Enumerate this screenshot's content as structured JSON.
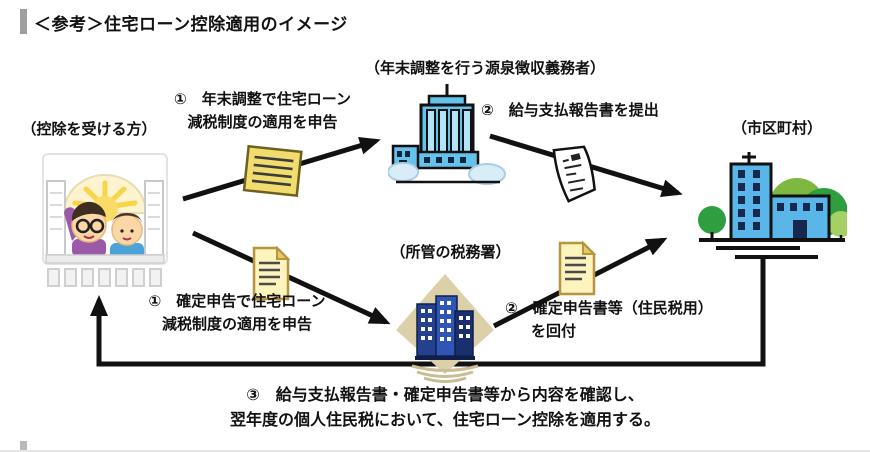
{
  "header": {
    "title": "＜参考＞住宅ローン控除適用のイメージ"
  },
  "nodes": {
    "taxpayer": {
      "label": "（控除を受ける方）",
      "icon": "family-window-icon"
    },
    "employer": {
      "label": "（年末調整を行う源泉徴収義務者）",
      "icon": "office-building-icon"
    },
    "tax_office": {
      "label": "（所管の税務署）",
      "icon": "tax-office-icon"
    },
    "municipality": {
      "label": "（市区町村）",
      "icon": "city-hall-trees-icon"
    }
  },
  "flows": {
    "yearend_declare": {
      "step": "①",
      "label": "①　年末調整で住宅ローン\n減税制度の適用を申告",
      "attachment_icon": "yellow-note-icon"
    },
    "submit_payroll_report": {
      "step": "②",
      "label": "②　給与支払報告書を提出",
      "attachment_icon": "payroll-paper-icon"
    },
    "final_return_declare": {
      "step": "①",
      "label": "①　確定申告で住宅ローン\n減税制度の適用を申告",
      "attachment_icon": "yellow-document-icon"
    },
    "send_return_copy": {
      "step": "②",
      "label": "②　確定申告書等（住民税用）\nを回付",
      "attachment_icon": "yellow-document-icon"
    },
    "apply_deduction": {
      "step": "③",
      "label": "③　給与支払報告書・確定申告書等から内容を確認し、\n翌年度の個人住民税において、住宅ローン控除を適用する。"
    }
  },
  "colors": {
    "title_bar_gray": "#9e9e9e",
    "text": "#111111",
    "arrow": "#111111",
    "building_light_blue": "#5ab6e8",
    "employer_blue": "#64c2ec",
    "tax_office_navy": "#24418f",
    "diamond_tan": "#dcd0a8",
    "note_yellow": "#f1dc6e",
    "document_yellow": "#fcf3bd",
    "tree_green": "#2f9e41",
    "tree_light_green": "#7cb93e",
    "cloud_blue": "#d9edf8"
  }
}
